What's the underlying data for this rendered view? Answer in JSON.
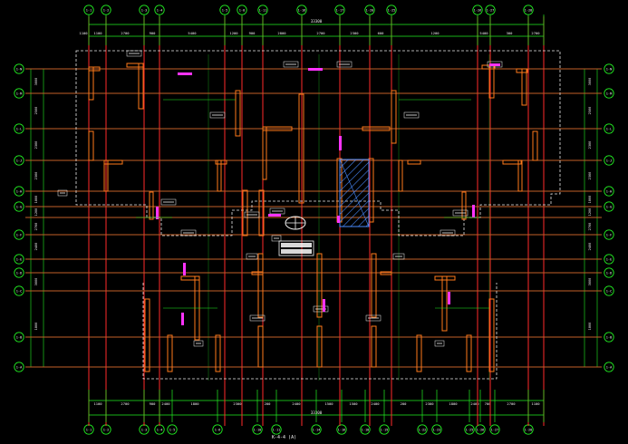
{
  "colors": {
    "background": "#000000",
    "axis_line": "#ff2a2a",
    "grid_line": "#22ee22",
    "dimension_text": "#f4f4f4",
    "wall": "#ff7a1a",
    "wall_inner": "#ffee00",
    "bubble": "#22ee22",
    "annotation": "#ff33ff",
    "hatch": "#4a8cff",
    "dashed_outline": "#e8e8e8"
  },
  "top_axes": [
    "1-1",
    "1-2",
    "1-3",
    "1-4",
    "1-5",
    "1-8",
    "1-11",
    "1-16",
    "1-17",
    "1-20",
    "1-25",
    "1-26",
    "1-27",
    "1-28"
  ],
  "bottom_axes": [
    "1-1",
    "1-2",
    "1-3",
    "1-4",
    "1-5",
    "1-6",
    "1-10",
    "1-11",
    "1-14",
    "1-16",
    "1-18",
    "1-19",
    "1-22",
    "1-23",
    "1-25",
    "1-26",
    "1-27",
    "1-28"
  ],
  "left_axes": [
    "1-N",
    "1-M",
    "1-L",
    "1-J",
    "1-H",
    "1-G",
    "1-F",
    "1-E",
    "1-D",
    "1-C",
    "1-B",
    "1-A"
  ],
  "right_axes": [
    "1-N",
    "1-M",
    "1-L",
    "1-J",
    "1-H",
    "1-G",
    "1-F",
    "1-E",
    "1-D",
    "1-C",
    "1-B",
    "1-A"
  ],
  "top_overall": "33300",
  "top_dims": [
    "1100",
    "2700",
    "900",
    "5400",
    "1200",
    "900",
    "2800",
    "2700",
    "2300",
    "600",
    "1200",
    "5400",
    "300",
    "2700",
    "1100"
  ],
  "bottom_overall": "33300",
  "bottom_dims": [
    "1100",
    "2700",
    "900",
    "2400",
    "1800",
    "2300",
    "200",
    "2400",
    "1500",
    "1500",
    "2400",
    "200",
    "2300",
    "1800",
    "2400",
    "700",
    "2700",
    "1100"
  ],
  "side_dims": [
    "3000",
    "2500",
    "2300",
    "2300",
    "1800",
    "1200",
    "2700",
    "2400",
    "3000",
    "1800"
  ],
  "title": "K-4-4 (A)"
}
